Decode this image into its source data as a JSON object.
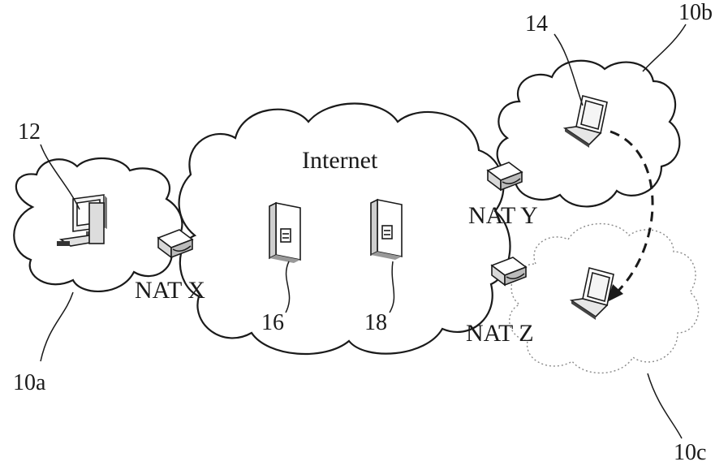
{
  "labels": {
    "internet": "Internet",
    "nat_x": "NAT X",
    "nat_y": "NAT Y",
    "nat_z": "NAT Z",
    "ref_10a": "10a",
    "ref_10b": "10b",
    "ref_10c": "10c",
    "ref_12": "12",
    "ref_14": "14",
    "ref_16": "16",
    "ref_18": "18"
  },
  "icons": {
    "desktop": "desktop-computer-icon",
    "laptop": "laptop-icon",
    "router": "nat-router-icon",
    "server": "server-icon"
  }
}
